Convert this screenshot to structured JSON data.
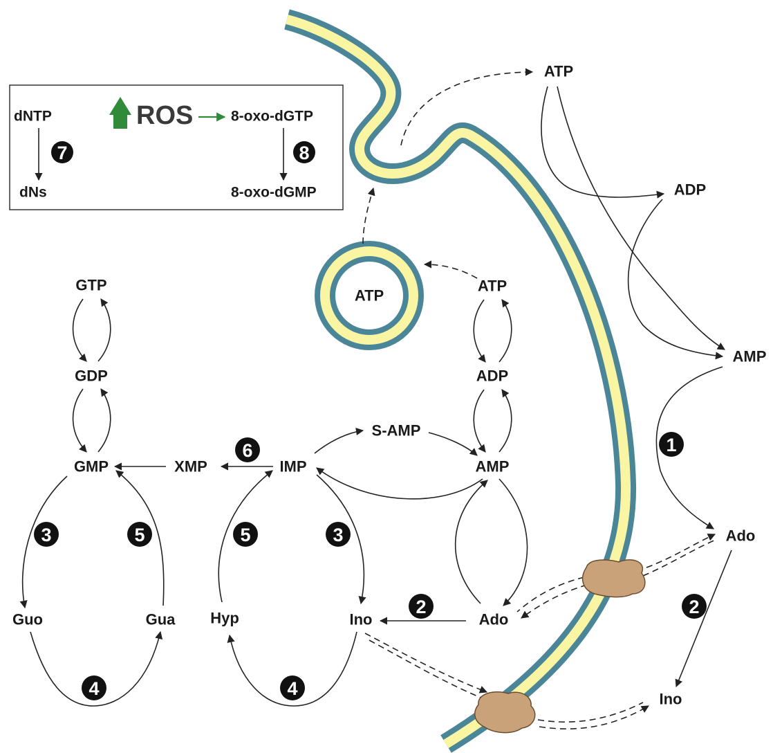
{
  "colors": {
    "membrane_outer": "#4b8698",
    "membrane_inner": "#f9f5a3",
    "arrow": "#222222",
    "ros_arrow": "#2f8a3a",
    "badge": "#111111",
    "transporter": "#c9a27a"
  },
  "inset": {
    "dntp": "dNTP",
    "dns": "dNs",
    "ros": "ROS",
    "oxo_dgtp": "8-oxo-dGTP",
    "oxo_dgmp": "8-oxo-dGMP",
    "step7": "7",
    "step8": "8"
  },
  "intracellular": {
    "gtp": "GTP",
    "gdp": "GDP",
    "gmp": "GMP",
    "xmp": "XMP",
    "imp": "IMP",
    "s_amp": "S-AMP",
    "amp": "AMP",
    "adp": "ADP",
    "atp": "ATP",
    "vesicle_atp": "ATP",
    "guo": "Guo",
    "gua": "Gua",
    "hyp": "Hyp",
    "ino": "Ino",
    "ado": "Ado"
  },
  "extracellular": {
    "atp": "ATP",
    "adp": "ADP",
    "amp": "AMP",
    "ado": "Ado",
    "ino": "Ino"
  },
  "steps": {
    "s1": "1",
    "s2_in": "2",
    "s2_out": "2",
    "s3_left": "3",
    "s3_right": "3",
    "s4_left": "4",
    "s4_right": "4",
    "s5_left": "5",
    "s5_right": "5",
    "s6": "6"
  }
}
